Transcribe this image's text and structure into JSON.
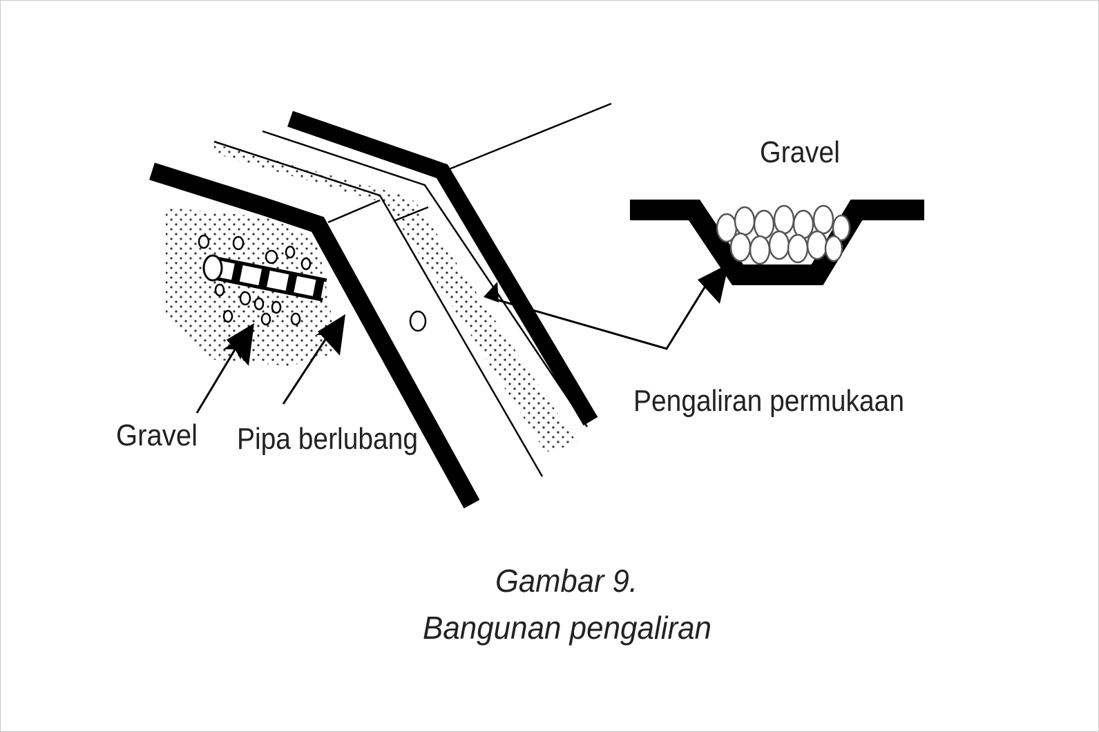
{
  "labels": {
    "gravel_left": "Gravel",
    "pipe": "Pipa berlubang",
    "gravel_right": "Gravel",
    "surface_drain": "Pengaliran permukaan"
  },
  "caption": {
    "line1": "Gambar 9.",
    "line2": "Bangunan pengaliran"
  }
}
